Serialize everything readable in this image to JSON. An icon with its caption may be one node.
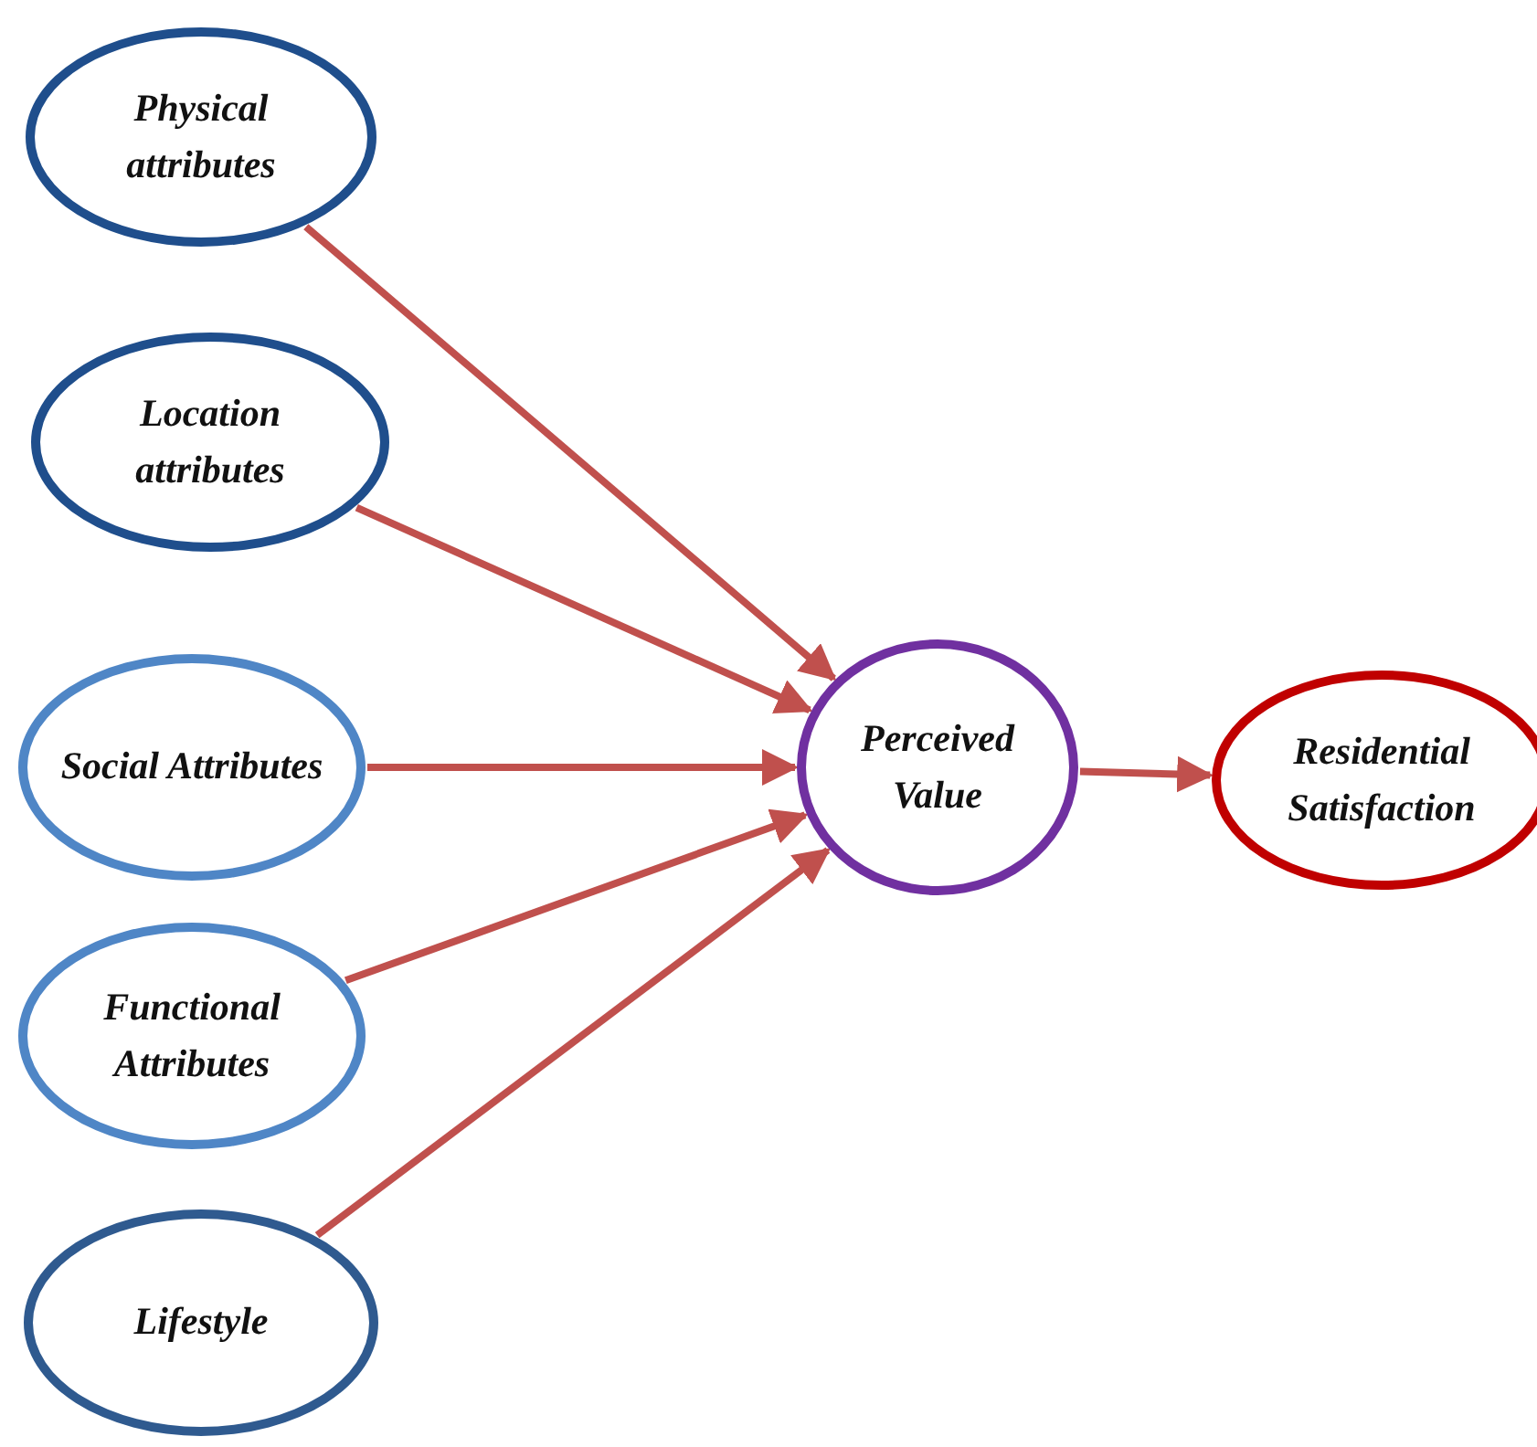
{
  "diagram": {
    "nodes": [
      {
        "text": [
          "Physical attributes"
        ]
      },
      {
        "text": [
          "Location attributes"
        ]
      },
      {
        "text": [
          "Social Attributes"
        ]
      },
      {
        "text": [
          "Functional Attributes"
        ]
      },
      {
        "text": [
          "Lifestyle"
        ]
      },
      {
        "text": [
          "Perceived Value"
        ]
      },
      {
        "text": [
          "Residential Satisfaction"
        ]
      }
    ],
    "edges": [
      {
        "from": 0,
        "to": 5,
        "arrow": "to"
      },
      {
        "from": 1,
        "to": 5,
        "arrow": "to"
      },
      {
        "from": 2,
        "to": 5,
        "arrow": "to"
      },
      {
        "from": 3,
        "to": 5,
        "arrow": "to"
      },
      {
        "from": 4,
        "to": 5,
        "arrow": "to"
      },
      {
        "from": 5,
        "to": 6,
        "arrow": "to"
      }
    ]
  }
}
